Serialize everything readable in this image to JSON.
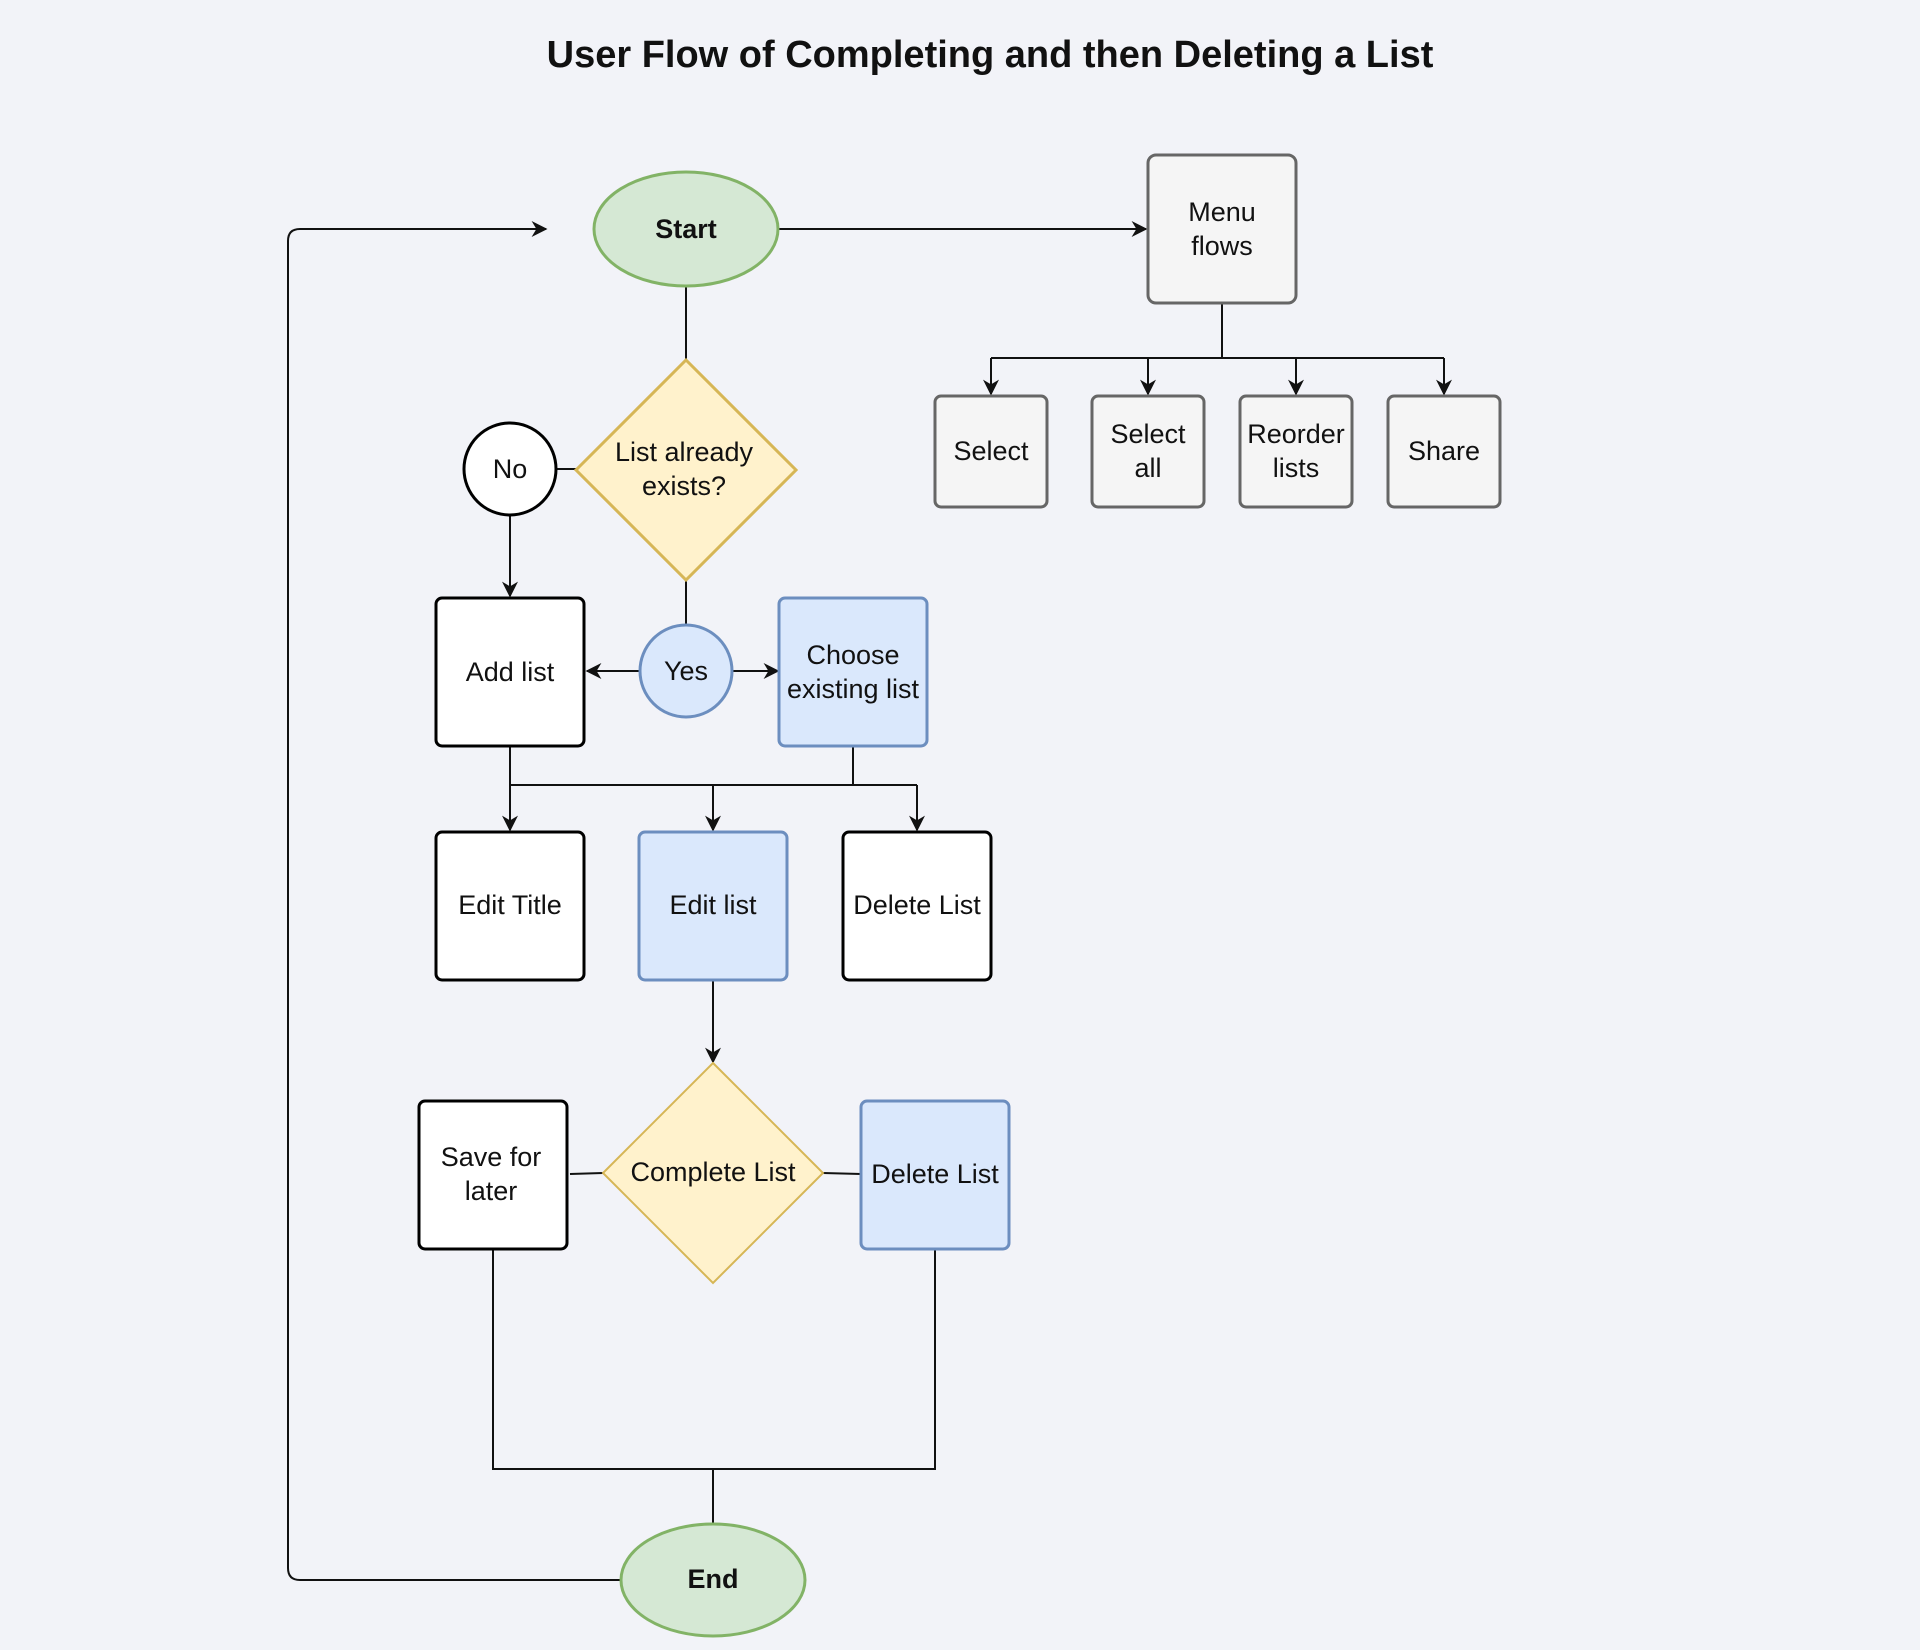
{
  "title": "User Flow of Completing and then Deleting a List",
  "colors": {
    "green_fill": "#d5e8d4",
    "green_stroke": "#82b366",
    "yellow_fill": "#fff2cc",
    "yellow_stroke": "#d6b656",
    "blue_fill": "#dae8fc",
    "blue_stroke": "#6c8ebf",
    "gray_fill": "#f5f5f5",
    "gray_stroke": "#666666",
    "white_fill": "#ffffff",
    "white_stroke": "#000000"
  },
  "nodes": {
    "start": [
      "Start"
    ],
    "menu_flows": [
      "Menu",
      "flows"
    ],
    "select": [
      "Select"
    ],
    "select_all": [
      "Select",
      "all"
    ],
    "reorder_lists": [
      "Reorder",
      "lists"
    ],
    "share": [
      "Share"
    ],
    "no": [
      "No"
    ],
    "list_exists": [
      "List already",
      "exists?"
    ],
    "add_list": [
      "Add list"
    ],
    "yes": [
      "Yes"
    ],
    "choose_existing": [
      "Choose",
      "existing list"
    ],
    "edit_title": [
      "Edit Title"
    ],
    "edit_list": [
      "Edit list"
    ],
    "delete_list_1": [
      "Delete List"
    ],
    "save_later": [
      "Save for",
      "later"
    ],
    "complete_list": [
      "Complete List"
    ],
    "delete_list_2": [
      "Delete List"
    ],
    "end": [
      "End"
    ]
  }
}
